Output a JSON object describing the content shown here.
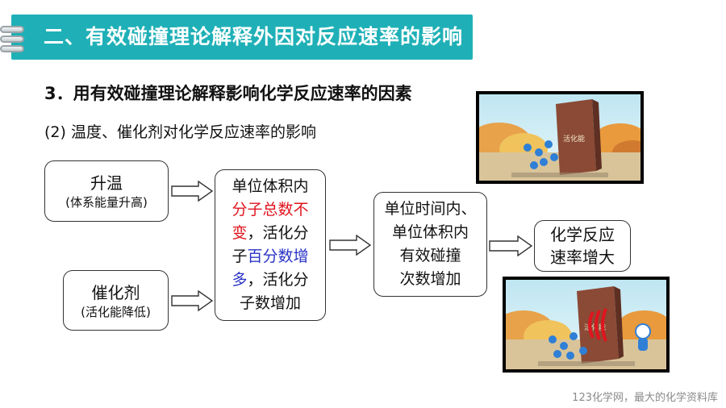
{
  "header": {
    "title": "二、有效碰撞理论解释外因对反应速率的影响"
  },
  "subtitle": "3．用有效碰撞理论解释影响化学反应速率的因素",
  "subsubtitle": "(2) 温度、催化剂对化学反应速率的影响",
  "flow": {
    "temperature": {
      "label": "升温",
      "note": "(体系能量升高)"
    },
    "catalyst": {
      "label": "催化剂",
      "note": "(活化能降低)"
    },
    "center": {
      "line1": "单位体积内",
      "red1": "分子总数不",
      "red2": "变",
      "mid1": "，活化分",
      "line4a": "子",
      "blue1": "百分数增",
      "blue2": "多",
      "mid2": "，活化分",
      "line6": "子数增加"
    },
    "collision": {
      "line1": "单位时间内、",
      "line2": "单位体积内",
      "line3": "有效碰撞",
      "line4": "次数增加"
    },
    "result": {
      "line1": "化学反应",
      "line2": "速率增大"
    }
  },
  "images": {
    "top": {
      "wall_label": "活化能"
    },
    "bottom": {
      "wall_label": "活化能"
    }
  },
  "footer": "123化学网，最大的化学资料库",
  "colors": {
    "header": "#1fb0b7",
    "highlight_red": "#e0141e",
    "highlight_blue": "#2a33c6"
  }
}
